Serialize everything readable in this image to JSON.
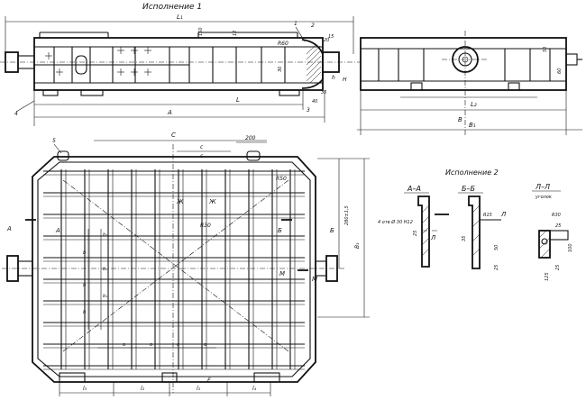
{
  "titles": {
    "execution1": "Исполнение 1",
    "execution2": "Исполнение 2"
  },
  "top_view": {
    "dims": {
      "L1": "L₁",
      "L": "L",
      "A": "A",
      "h150": "150",
      "d12": "12",
      "R60": "R60",
      "r20": "20",
      "r15": "15",
      "h": "h",
      "H": "H",
      "d35": "35",
      "d40": "40",
      "d30": "30"
    },
    "callouts": [
      "1",
      "2",
      "3",
      "4"
    ]
  },
  "side_view": {
    "dims": {
      "d50": "50",
      "d60": "60",
      "L2": "L₂",
      "B": "B",
      "B1": "B₁"
    }
  },
  "plan_view": {
    "callout5": "5",
    "dims": {
      "C": "C",
      "d200": "200",
      "C_small": "c",
      "c2": "c",
      "R50": "R50",
      "R30": "R30",
      "dist": "280±1,5",
      "B3": "B₃",
      "l3": "l₃",
      "l2": "l₂",
      "l4": "l₄",
      "E": "E",
      "a": "a",
      "b": "b",
      "b1": "b₁"
    },
    "cut_labels": {
      "A": "А",
      "B": "Б",
      "M": "М",
      "Zh": "Ж"
    }
  },
  "sections": {
    "AA": {
      "title": "А–А",
      "note": "4 отв Ø 30 H12",
      "d25": "25",
      "L": "Л"
    },
    "BB": {
      "title": "Б–Б",
      "R15": "R15",
      "d35": "35",
      "d50": "50",
      "d25": "25",
      "L": "Л"
    },
    "LL": {
      "title": "Л–Л",
      "sub": "уголок",
      "R30": "R30",
      "d25": "25",
      "d100": "100",
      "d25b": "25",
      "d125": "125"
    }
  }
}
